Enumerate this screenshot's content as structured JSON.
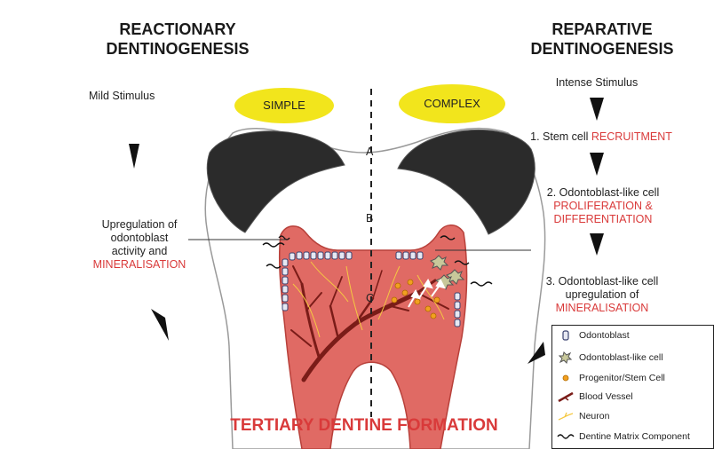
{
  "left": {
    "title_line1": "REACTIONARY",
    "title_line2": "DENTINOGENESIS",
    "stimulus": "Mild Stimulus",
    "step_line1": "Upregulation of",
    "step_line2": "odontoblast",
    "step_line3": "activity and",
    "step_line4": "MINERALISATION"
  },
  "right": {
    "title_line1": "REPARATIVE",
    "title_line2": "DENTINOGENESIS",
    "stimulus": "Intense Stimulus",
    "step1_prefix": "1. Stem cell ",
    "step1_red": "RECRUITMENT",
    "step2_line1": "2. Odontoblast-like cell",
    "step2_line2": "PROLIFERATION &",
    "step2_line3": "DIFFERENTIATION",
    "step3_line1": "3. Odontoblast-like cell",
    "step3_line2": "upregulation of",
    "step3_line3": "MINERALISATION"
  },
  "ellipses": {
    "simple": "SIMPLE",
    "complex": "COMPLEX"
  },
  "zones": {
    "a": "A",
    "b": "B",
    "c": "C"
  },
  "bottom_title": "TERTIARY DENTINE FORMATION",
  "legend": {
    "odontoblast": "Odontoblast",
    "odontoblast_like": "Odontoblast-like cell",
    "progenitor": "Progenitor/Stem Cell",
    "blood_vessel": "Blood Vessel",
    "neuron": "Neuron",
    "matrix": "Dentine Matrix Component"
  },
  "colors": {
    "red_text": "#d93a3a",
    "pulp": "#e06a64",
    "yellow": "#f2e51c",
    "enamel": "#2b2b2b"
  }
}
